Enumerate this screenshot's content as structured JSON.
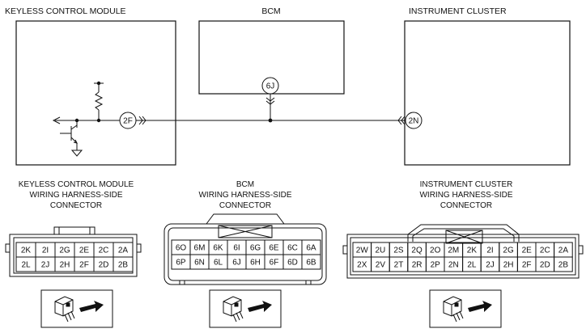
{
  "modules": {
    "keyless": {
      "title": "KEYLESS CONTROL MODULE"
    },
    "bcm": {
      "title": "BCM"
    },
    "cluster": {
      "title": "INSTRUMENT CLUSTER"
    }
  },
  "terminals": {
    "keyless": "2F",
    "bcm": "6J",
    "cluster": "2N"
  },
  "connectors": {
    "keyless": {
      "title_lines": [
        "KEYLESS CONTROL MODULE",
        "WIRING HARNESS-SIDE",
        "CONNECTOR"
      ],
      "rows": [
        [
          "2K",
          "2I",
          "2G",
          "2E",
          "2C",
          "2A"
        ],
        [
          "2L",
          "2J",
          "2H",
          "2F",
          "2D",
          "2B"
        ]
      ]
    },
    "bcm": {
      "title_lines": [
        "BCM",
        "WIRING HARNESS-SIDE",
        "CONNECTOR"
      ],
      "rows": [
        [
          "6O",
          "6M",
          "6K",
          "6I",
          "6G",
          "6E",
          "6C",
          "6A"
        ],
        [
          "6P",
          "6N",
          "6L",
          "6J",
          "6H",
          "6F",
          "6D",
          "6B"
        ]
      ]
    },
    "cluster": {
      "title_lines": [
        "INSTRUMENT CLUSTER",
        "WIRING HARNESS-SIDE",
        "CONNECTOR"
      ],
      "rows": [
        [
          "2W",
          "2U",
          "2S",
          "2Q",
          "2O",
          "2M",
          "2K",
          "2I",
          "2G",
          "2E",
          "2C",
          "2A"
        ],
        [
          "2X",
          "2V",
          "2T",
          "2R",
          "2P",
          "2N",
          "2L",
          "2J",
          "2H",
          "2F",
          "2D",
          "2B"
        ]
      ]
    }
  }
}
